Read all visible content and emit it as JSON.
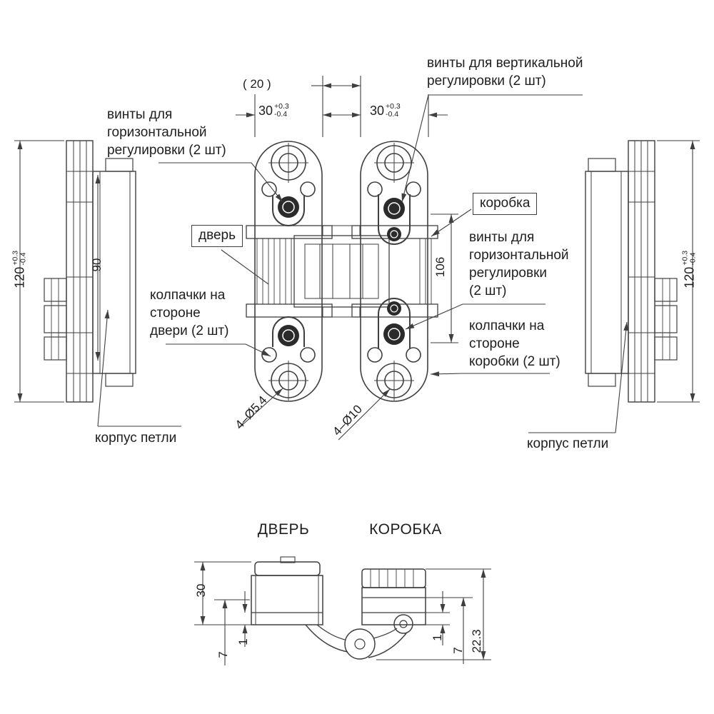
{
  "meta": {
    "drawing": "Скрытая дверная петля — чертёж с размерами",
    "background": "#ffffff",
    "line_color": "#3f3f3f"
  },
  "annotations": {
    "screws_vertical": "винты для вертикальной\nрегулировки (2 шт)",
    "screws_horizontal_left": "винты для\nгоризонтальной\nрегулировки (2 шт)",
    "door": "дверь",
    "frame": "коробка",
    "screws_horizontal_right": "винты для\nгоризонтальной\nрегулировки\n(2 шт)",
    "caps_door_side": "колпачки на\nстороне\nдвери (2 шт)",
    "caps_frame_side": "колпачки на\nстороне\nкоробки (2 шт)",
    "hinge_body_left": "корпус петли",
    "hinge_body_right": "корпус петли",
    "section_door": "ДВЕРЬ",
    "section_frame": "КОРОБКА"
  },
  "dimensions": {
    "gap_20": "( 20 )",
    "plate_30_left": {
      "value": "30",
      "tol_plus": "+0.3",
      "tol_minus": "-0.4"
    },
    "plate_30_right": {
      "value": "30",
      "tol_plus": "+0.3",
      "tol_minus": "-0.4"
    },
    "height_120_left": {
      "value": "120",
      "tol_plus": "+0.3",
      "tol_minus": "-0.4"
    },
    "height_120_right": {
      "value": "120",
      "tol_plus": "+0.3",
      "tol_minus": "-0.4"
    },
    "body_height_90": "90",
    "screw_spacing_106": "106",
    "holes_door_side": "4–Ø5.4",
    "holes_frame_side": "4–Ø10",
    "depth_30": "30",
    "offset_7_left": "7",
    "offset_1_left": "1",
    "offset_1_right": "1",
    "offset_7_right": "7",
    "total_depth_22_3": "22.3"
  }
}
